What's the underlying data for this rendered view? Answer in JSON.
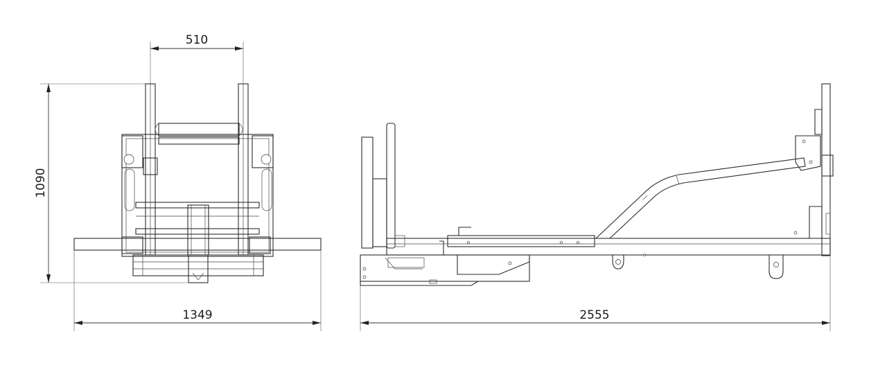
{
  "dimensions": {
    "front_top_width": "510",
    "front_height": "1090",
    "front_base_width": "1349",
    "side_length": "2555"
  }
}
